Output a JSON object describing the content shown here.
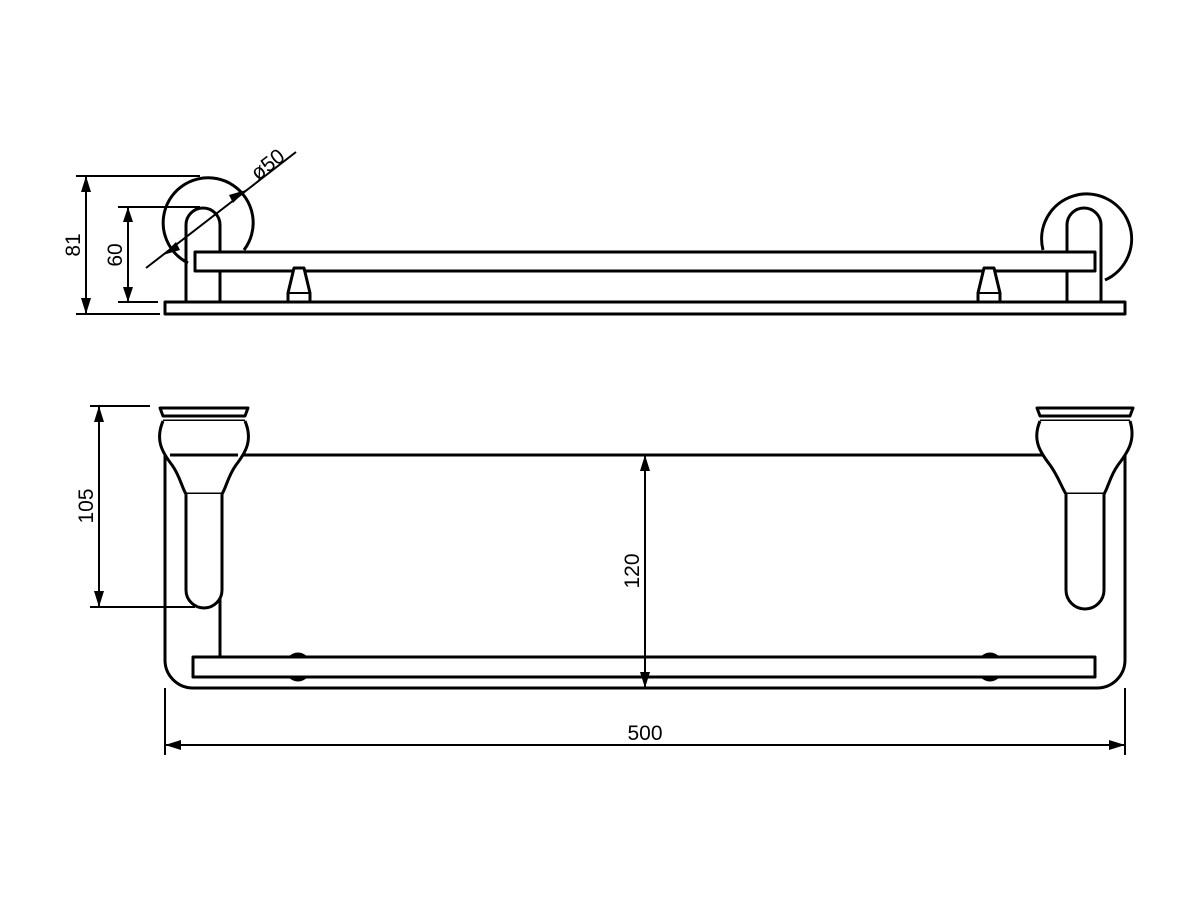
{
  "drawing": {
    "type": "technical dimension drawing",
    "subject": "glass shelf with wall mounts",
    "line_color": "#000000",
    "background": "#ffffff"
  },
  "views": {
    "side_view": {
      "name": "top side elevation",
      "dimensions": {
        "overall_height": "81",
        "mount_height": "60",
        "flange_diameter": "ø50"
      }
    },
    "front_view": {
      "name": "front elevation",
      "dimensions": {
        "mount_height": "105",
        "shelf_depth": "120",
        "overall_width": "500"
      }
    }
  }
}
